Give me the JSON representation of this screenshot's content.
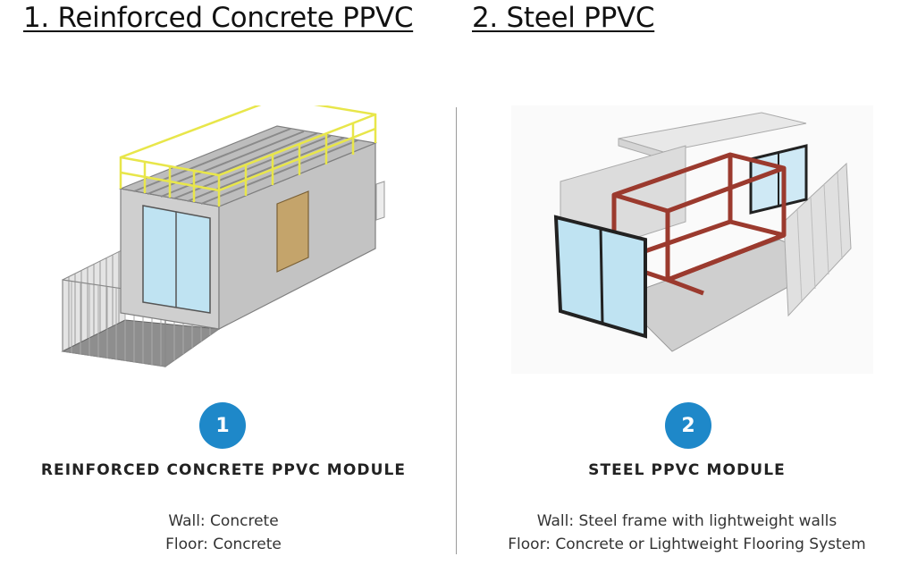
{
  "headings": {
    "left": "1. Reinforced Concrete PPVC",
    "right": "2. Steel PPVC"
  },
  "modules": [
    {
      "badge": "1",
      "title": "REINFORCED CONCRETE PPVC MODULE",
      "wall": "Wall: Concrete",
      "floor": "Floor: Concrete"
    },
    {
      "badge": "2",
      "title": "STEEL PPVC MODULE",
      "wall": "Wall: Steel frame with lightweight walls",
      "floor": "Floor: Concrete or Lightweight Flooring System"
    }
  ],
  "colors": {
    "badge": "#1e88c9",
    "railing": "#e8e64a",
    "concrete": "#c9c9c9",
    "steel_frame": "#9b3a2e",
    "door": "#c4a46b",
    "glass": "#bfe3f2"
  }
}
